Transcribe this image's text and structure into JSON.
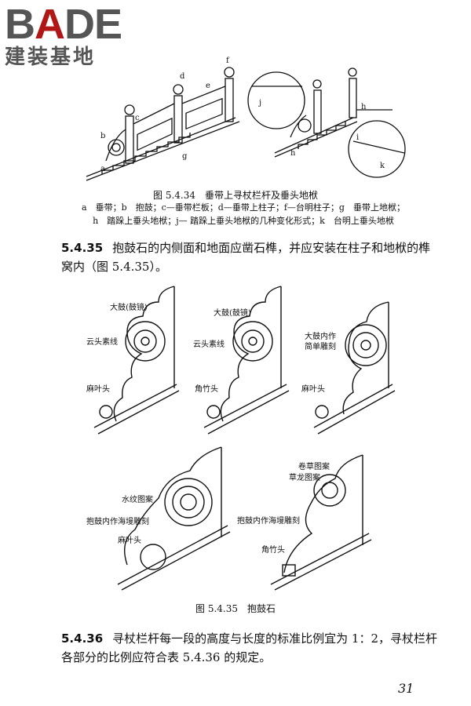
{
  "logo": {
    "brand_b": "B",
    "brand_a": "A",
    "brand_de": "DE",
    "subtitle": "建装基地"
  },
  "figure_534": {
    "letters": [
      "a",
      "b",
      "c",
      "d",
      "e",
      "f",
      "g",
      "h",
      "h",
      "i",
      "j",
      "k"
    ],
    "caption": "图 5.4.34　垂带上寻杖栏杆及垂头地栿",
    "legend_line1": "a　垂带；b　抱鼓；c—垂带栏板；d—垂带上柱子；f—台明柱子；g　垂带上地栿；",
    "legend_line2": "h　踏跺上垂头地栿；j— 踏跺上垂头地栿的几种变化形式；k　台明上垂头地栿"
  },
  "section_5435": {
    "number": "5.4.35",
    "text": "抱鼓石的内侧面和地面应凿石榫，并应安装在柱子和地栿的榫窝内（图 5.4.35）。"
  },
  "figure_535": {
    "labels": {
      "drum1": "大鼓(鼓镜)",
      "cloud1": "云头素线",
      "hemp1": "麻叶头",
      "drum2": "大鼓(鼓镜)",
      "cloud2": "云头素线",
      "corner2": "角竹头",
      "drum3a": "大鼓内作",
      "drum3b": "简单雕刻",
      "hemp3": "麻叶头",
      "water4": "水纹图案",
      "sea4": "抱鼓内作海墁雕刻",
      "hemp4": "麻叶头",
      "scroll5": "卷草图案",
      "dragon5": "草龙图案",
      "sea5": "抱鼓内作海墁雕刻",
      "corner5": "角竹头"
    },
    "caption": "图 5.4.35　抱鼓石"
  },
  "section_5436": {
    "number": "5.4.36",
    "text": "寻杖栏杆每一段的高度与长度的标准比例宜为 1：2，寻杖栏杆各部分的比例应符合表 5.4.36 的规定。"
  },
  "page_number": "31"
}
